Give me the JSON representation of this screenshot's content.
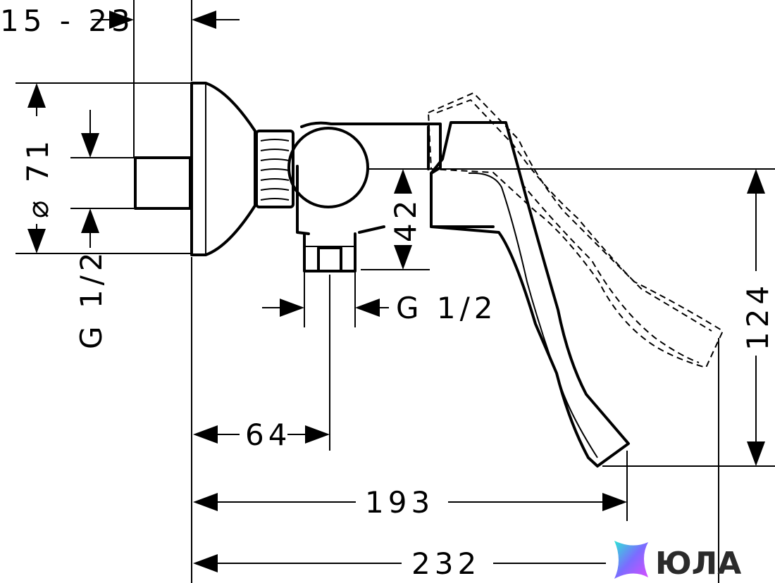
{
  "dimensions": {
    "wall_thickness": "15 - 23",
    "rosette_diameter": "⌀ 71",
    "inlet_thread": "G 1/2",
    "outlet_height": "42",
    "outlet_thread": "G 1/2",
    "outlet_offset": "64",
    "lever_depth": "193",
    "max_depth": "232",
    "lever_height": "124"
  },
  "brand": {
    "name": "ЮЛА",
    "colors": [
      "#2ee6d6",
      "#7b6cff",
      "#d94cff"
    ]
  }
}
